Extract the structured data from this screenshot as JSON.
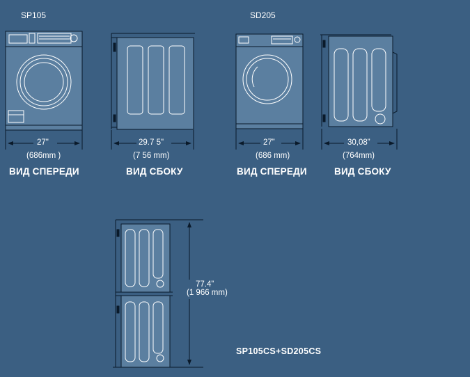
{
  "colors": {
    "background": "#3b5f82",
    "line": "#0a1a2a",
    "machine_fill": "#5b7fa0",
    "text": "#ffffff"
  },
  "sp105": {
    "model": "SP105",
    "front_width": "27\"",
    "front_width_mm": "(686mm   )",
    "front_caption": "ВИД СПЕРЕДИ",
    "side_depth": "29.7 5\"",
    "side_depth_mm": "(7 56 mm)",
    "side_caption": "ВИД СБОКУ"
  },
  "sd205": {
    "model": "SD205",
    "front_width": "27”",
    "front_width_mm": "(686 mm)",
    "front_caption": "ВИД СПЕРЕДИ",
    "side_depth": "30,08”",
    "side_depth_mm": "(764mm)",
    "side_caption": "ВИД СБОКУ"
  },
  "stack": {
    "height": "77.4”",
    "height_mm": "(1 966 mm)",
    "label": "SP105CS+SD205CS"
  }
}
